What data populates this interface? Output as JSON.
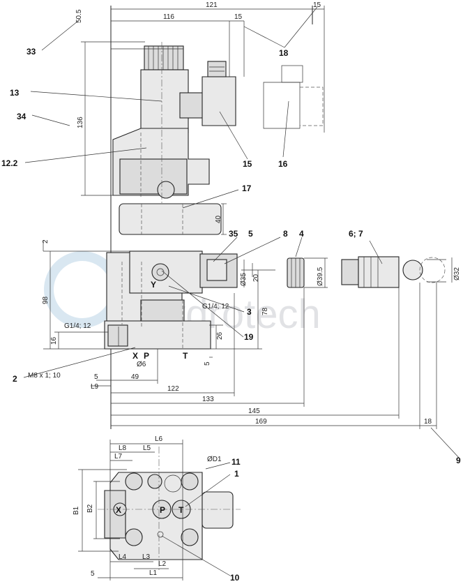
{
  "watermark": "hydrotech",
  "dimensions": {
    "top": {
      "d121": "121",
      "d116": "116",
      "d15a": "15",
      "d15b": "15",
      "d50_5": "50.5"
    },
    "vertical": {
      "d136": "136",
      "d40": "40",
      "d2": "2",
      "d98": "98",
      "d16": "16",
      "d78": "78",
      "d26": "26",
      "d5v": "5",
      "d20": "20"
    },
    "diameters": {
      "d35": "Ø35",
      "d39_5": "Ø39.5",
      "d32": "Ø32",
      "d6": "Ø6",
      "D1": "ØD1"
    },
    "threads": {
      "g14_left": "G1/4; 12",
      "g14_right": "G1/4; 12",
      "m8": "M8 x 1; 10"
    },
    "bottom": {
      "d5": "5",
      "L9": "L9",
      "d49": "49",
      "d122": "122",
      "d133": "133",
      "d145": "145",
      "d169": "169",
      "d18": "18"
    },
    "plan": {
      "L6": "L6",
      "L8": "L8",
      "L5": "L5",
      "L7": "L7",
      "B1": "B1",
      "B2": "B2",
      "L4": "L4",
      "L3": "L3",
      "L2": "L2",
      "L1": "L1",
      "d5p": "5"
    }
  },
  "ports": {
    "X": "X",
    "P": "P",
    "T": "T",
    "Y": "Y",
    "X2": "X",
    "P2": "P",
    "T2": "T"
  },
  "callouts": {
    "c33": "33",
    "c13": "13",
    "c34": "34",
    "c12_2": "12.2",
    "c18": "18",
    "c15": "15",
    "c16": "16",
    "c17": "17",
    "c35": "35",
    "c5": "5",
    "c8": "8",
    "c4": "4",
    "c6_7": "6; 7",
    "c3": "3",
    "c19": "19",
    "c2": "2",
    "c9": "9",
    "c11": "11",
    "c1": "1",
    "c10": "10"
  }
}
